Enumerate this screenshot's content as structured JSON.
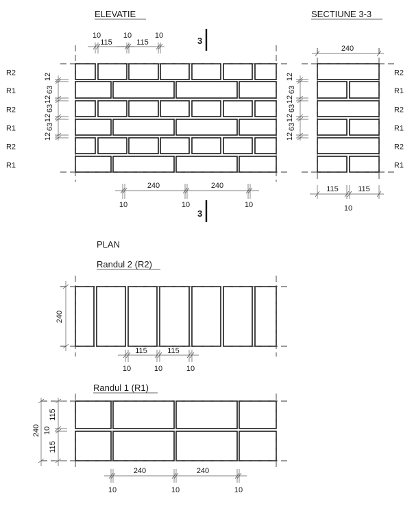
{
  "elevation": {
    "title": "ELEVATIE",
    "section_mark": "3",
    "rows": [
      "R2",
      "R1",
      "R2",
      "R1",
      "R2",
      "R1"
    ],
    "left_dims": [
      "12",
      "63",
      "12",
      "63",
      "12",
      "63",
      "12"
    ],
    "top_dims": {
      "joints": [
        "10",
        "10",
        "10"
      ],
      "halves": [
        "115",
        "115"
      ]
    },
    "bottom_dims": {
      "lengths": [
        "240",
        "240"
      ],
      "joints": [
        "10",
        "10",
        "10"
      ]
    }
  },
  "section": {
    "title": "SECTIUNE 3-3",
    "width": "240",
    "rows": [
      "R2",
      "R1",
      "R2",
      "R1",
      "R2",
      "R1"
    ],
    "left_dims": [
      "12",
      "63",
      "12",
      "63",
      "12",
      "63",
      "12"
    ],
    "bottom_dims": {
      "halves": [
        "115",
        "115"
      ],
      "joint": "10"
    }
  },
  "plan": {
    "title": "PLAN",
    "r2": {
      "title": "Randul 2 (R2)",
      "depth": "240",
      "halves": [
        "115",
        "115"
      ],
      "joints": [
        "10",
        "10",
        "10"
      ]
    },
    "r1": {
      "title": "Randul 1 (R1)",
      "depth": "240",
      "side": [
        "115",
        "10",
        "115"
      ],
      "lengths": [
        "240",
        "240"
      ],
      "joints": [
        "10",
        "10",
        "10"
      ]
    }
  }
}
